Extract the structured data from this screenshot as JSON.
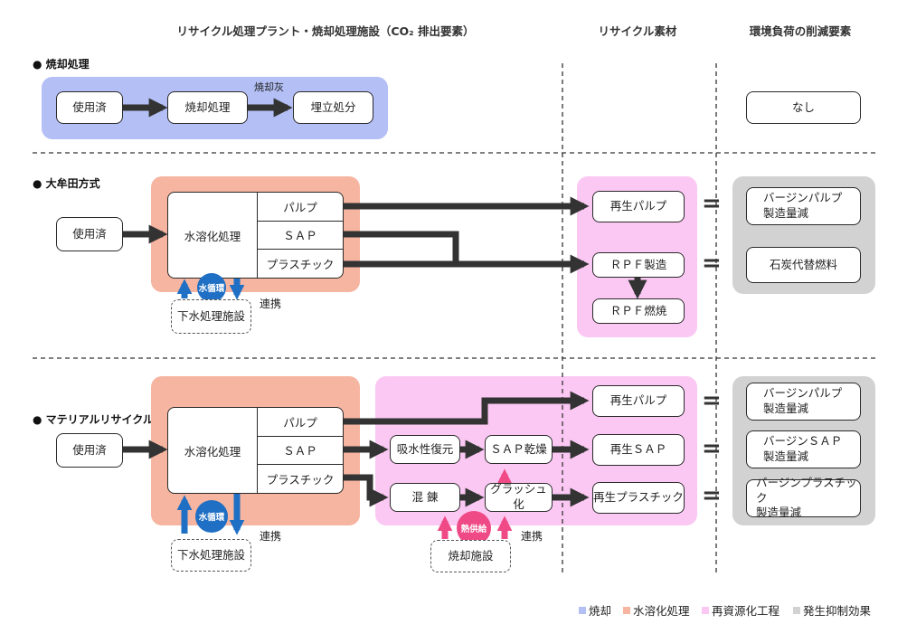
{
  "headers": {
    "plant": "リサイクル処理プラント・焼却処理施設（CO₂ 排出要素）",
    "recycled": "リサイクル素材",
    "reduction": "環境負荷の削減要素"
  },
  "sections": {
    "incineration": "● 焼却処理",
    "omuta": "● 大牟田方式",
    "material": "● マテリアルリサイクル"
  },
  "incineration": {
    "used": "使用済",
    "process": "焼却処理",
    "ash_label": "焼却灰",
    "landfill": "埋立処分",
    "reduction": "なし"
  },
  "omuta": {
    "used": "使用済",
    "process": "水溶化処理",
    "pulp": "パルプ",
    "sap": "ＳＡＰ",
    "plastic": "プラスチック",
    "water_cycle": "水循環",
    "sewage": "下水処理施設",
    "cooperation": "連携",
    "recycled_pulp": "再生パルプ",
    "rpf_make": "ＲＰＦ製造",
    "rpf_burn": "ＲＰＦ燃焼",
    "reduction1": "バージンパルプ\n製造量減",
    "reduction2": "石炭代替燃料"
  },
  "material": {
    "used": "使用済",
    "process": "水溶化処理",
    "pulp": "パルプ",
    "sap": "ＳＡＰ",
    "plastic": "プラスチック",
    "water_cycle": "水循環",
    "sewage": "下水処理施設",
    "cooperation1": "連携",
    "absorb": "吸水性復元",
    "sap_dry": "ＳＡＰ乾燥",
    "kneading": "混 錬",
    "crush": "グラッシュ化",
    "heat_supply": "熱供給",
    "incinerator": "焼却施設",
    "cooperation2": "連携",
    "recycled_pulp": "再生パルプ",
    "recycled_sap": "再生ＳＡＰ",
    "recycled_plastic": "再生プラスチック",
    "reduction1": "バージンパルプ\n製造量減",
    "reduction2": "バージンＳＡＰ\n製造量減",
    "reduction3": "バージンプラスチック\n製造量減"
  },
  "legend": {
    "inc": "焼却",
    "ws": "水溶化処理",
    "rc": "再資源化工程",
    "sp": "発生抑制効果"
  },
  "colors": {
    "incineration_bg": "#b3bff5",
    "water_bg": "#f6b5a0",
    "recycle_bg": "#fbc8f3",
    "suppression_bg": "#d2d2d2",
    "water_cycle": "#1f6fc4",
    "heat": "#ef4a86",
    "arrow": "#333333"
  }
}
